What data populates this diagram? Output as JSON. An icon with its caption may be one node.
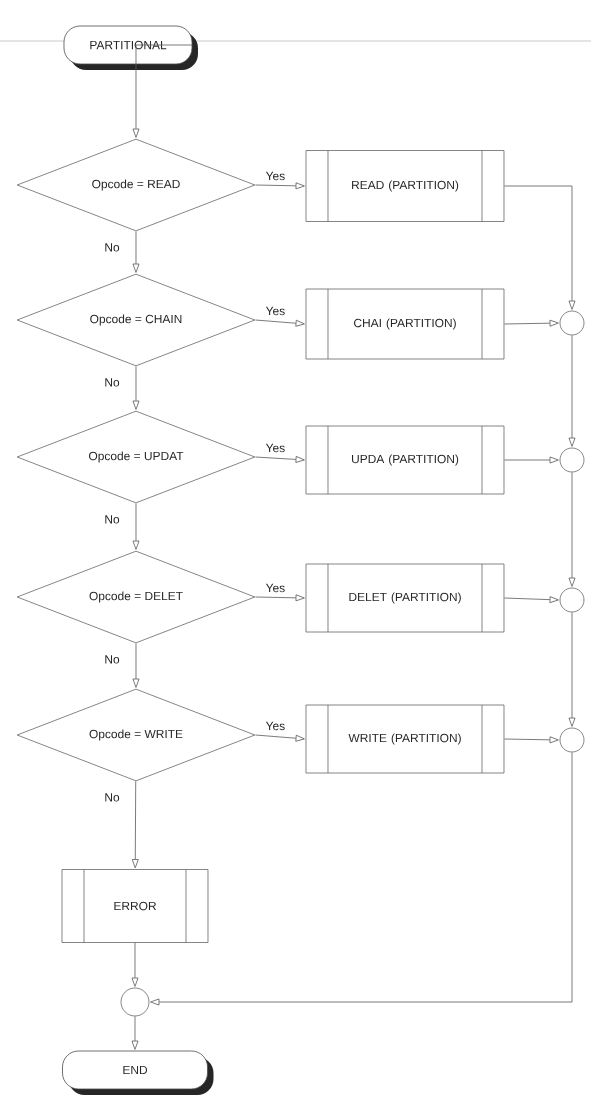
{
  "diagram": {
    "nodes": [
      {
        "text": [
          "PARTITIONAL"
        ]
      },
      {
        "text": [
          "Opcode = READ"
        ]
      },
      {
        "text": [
          "READ (PARTITION)"
        ]
      },
      {
        "text": [
          "Opcode = CHAIN"
        ]
      },
      {
        "text": [
          "CHAI (PARTITION)"
        ]
      },
      {
        "text": [],
        "shape": "circle"
      },
      {
        "text": [
          "Opcode = UPDAT"
        ]
      },
      {
        "text": [
          "UPDA (PARTITION)"
        ]
      },
      {
        "text": [],
        "shape": "circle"
      },
      {
        "text": [
          "Opcode = DELET"
        ]
      },
      {
        "text": [
          "DELET (PARTITION)"
        ]
      },
      {
        "text": [],
        "shape": "circle"
      },
      {
        "text": [
          "Opcode = WRITE"
        ]
      },
      {
        "text": [
          "WRITE (PARTITION)"
        ]
      },
      {
        "text": [],
        "shape": "circle"
      },
      {
        "text": [
          "ERROR"
        ]
      },
      {
        "text": [],
        "shape": "circle"
      },
      {
        "text": [
          "END"
        ]
      }
    ],
    "edges": [
      {
        "from": 0,
        "to": 1,
        "arrow": "to"
      },
      {
        "from": 1,
        "to": 2,
        "arrow": "to",
        "label": "Yes"
      },
      {
        "from": 1,
        "to": 3,
        "arrow": "to",
        "label": "No"
      },
      {
        "from": 3,
        "to": 4,
        "arrow": "to",
        "label": "Yes"
      },
      {
        "from": 3,
        "to": 6,
        "arrow": "to",
        "label": "No"
      },
      {
        "from": 6,
        "to": 7,
        "arrow": "to",
        "label": "Yes"
      },
      {
        "from": 6,
        "to": 9,
        "arrow": "to",
        "label": "No"
      },
      {
        "from": 9,
        "to": 10,
        "arrow": "to",
        "label": "Yes"
      },
      {
        "from": 9,
        "to": 12,
        "arrow": "to",
        "label": "No"
      },
      {
        "from": 12,
        "to": 13,
        "arrow": "to",
        "label": "Yes"
      },
      {
        "from": 12,
        "to": 15,
        "arrow": "to",
        "label": "No"
      },
      {
        "from": 2,
        "to": 5,
        "arrow": "to"
      },
      {
        "from": 4,
        "to": 5,
        "arrow": "to"
      },
      {
        "from": 5,
        "to": 8,
        "arrow": "to"
      },
      {
        "from": 7,
        "to": 8,
        "arrow": "to"
      },
      {
        "from": 8,
        "to": 11,
        "arrow": "to"
      },
      {
        "from": 10,
        "to": 11,
        "arrow": "to"
      },
      {
        "from": 11,
        "to": 14,
        "arrow": "to"
      },
      {
        "from": 13,
        "to": 14,
        "arrow": "to"
      },
      {
        "from": 14,
        "to": 16,
        "arrow": "to"
      },
      {
        "from": 15,
        "to": 16,
        "arrow": "to"
      },
      {
        "from": 16,
        "to": 17,
        "arrow": "to"
      }
    ]
  }
}
